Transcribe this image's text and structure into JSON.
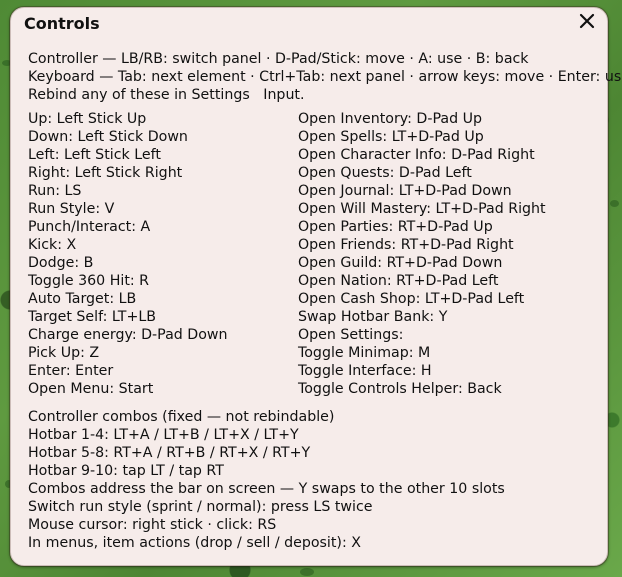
{
  "dialog": {
    "title": "Controls",
    "close_icon": "close-icon"
  },
  "intro": [
    "Controller — LB/RB: switch panel · D-Pad/Stick: move · A: use · B: back",
    "Keyboard — Tab: next element · Ctrl+Tab: next panel · arrow keys: move · Enter: use ·",
    "Rebind any of these in Settings   Input."
  ],
  "bindings_left": [
    "Up: Left Stick Up",
    "Down: Left Stick Down",
    "Left: Left Stick Left",
    "Right: Left Stick Right",
    "Run: LS",
    "Run Style: V",
    "Punch/Interact: A",
    "Kick: X",
    "Dodge: B",
    "Toggle 360 Hit: R",
    "Auto Target: LB",
    "Target Self: LT+LB",
    "Charge energy: D-Pad Down",
    "Pick Up: Z",
    "Enter: Enter",
    "Open Menu: Start"
  ],
  "bindings_right": [
    "Open Inventory: D-Pad Up",
    "Open Spells: LT+D-Pad Up",
    "Open Character Info: D-Pad Right",
    "Open Quests: D-Pad Left",
    "Open Journal: LT+D-Pad Down",
    "Open Will Mastery: LT+D-Pad Right",
    "Open Parties: RT+D-Pad Up",
    "Open Friends: RT+D-Pad Right",
    "Open Guild: RT+D-Pad Down",
    "Open Nation: RT+D-Pad Left",
    "Open Cash Shop: LT+D-Pad Left",
    "Swap Hotbar Bank: Y",
    "Open Settings:",
    "Toggle Minimap: M",
    "Toggle Interface: H",
    "Toggle Controls Helper: Back"
  ],
  "combos": [
    "Controller combos (fixed — not rebindable)",
    "Hotbar 1-4: LT+A / LT+B / LT+X / LT+Y",
    "Hotbar 5-8: RT+A / RT+B / RT+X / RT+Y",
    "Hotbar 9-10: tap LT / tap RT",
    "Combos address the bar on screen — Y swaps to the other 10 slots",
    "Switch run style (sprint / normal): press LS twice",
    "Mouse cursor: right stick · click: RS",
    "In menus, item actions (drop / sell / deposit): X"
  ]
}
